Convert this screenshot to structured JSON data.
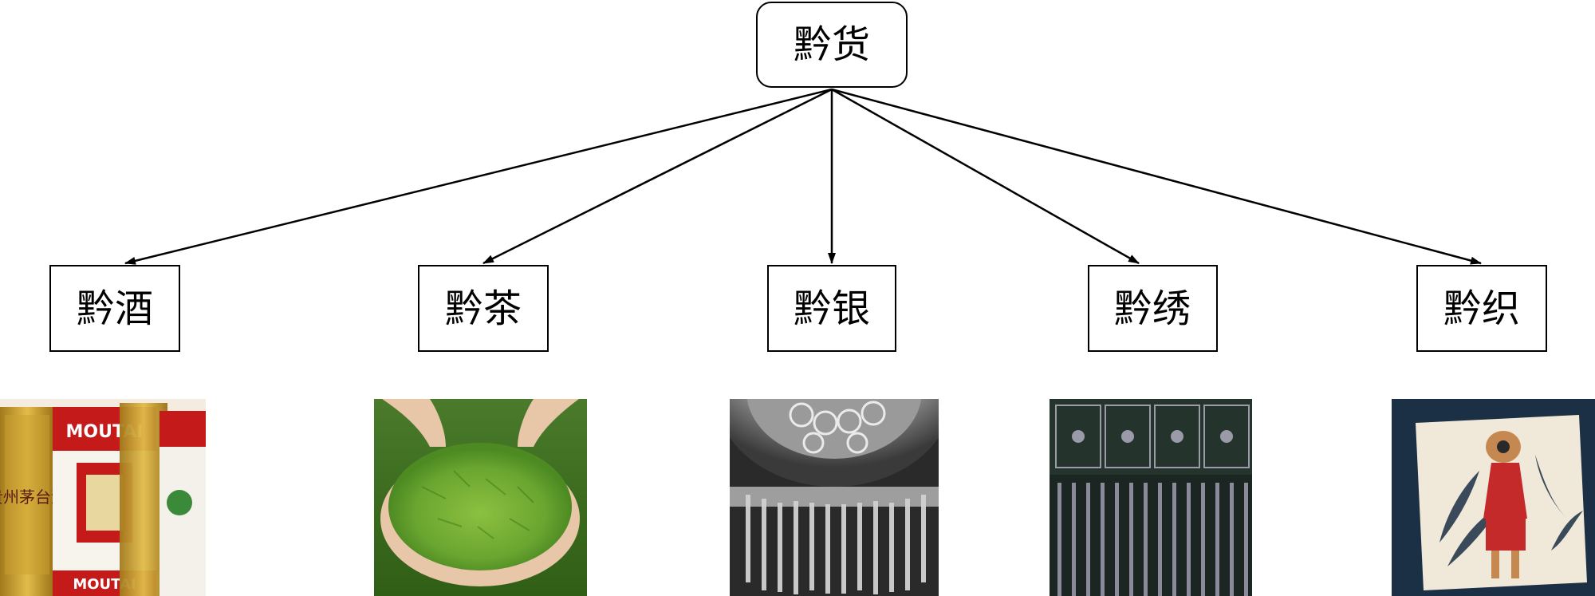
{
  "root": {
    "label": "黔货"
  },
  "children": [
    {
      "label": "黔酒",
      "photo": {
        "subject": "moutai-liquor-boxes",
        "palette": [
          "#c9a030",
          "#c41a1a",
          "#ffffff"
        ]
      }
    },
    {
      "label": "黔茶",
      "photo": {
        "subject": "green-tea-leaves-in-hands",
        "palette": [
          "#6aa630",
          "#e8c6a8",
          "#2f5e15"
        ]
      }
    },
    {
      "label": "黔银",
      "photo": {
        "subject": "silver-ornament",
        "palette": [
          "#d8d8d8",
          "#707070",
          "#2a2a2a"
        ]
      }
    },
    {
      "label": "黔绣",
      "photo": {
        "subject": "embroidered-textile",
        "palette": [
          "#1b2622",
          "#9a9aa8",
          "#3b4a43"
        ]
      }
    },
    {
      "label": "黔织",
      "photo": {
        "subject": "batik-cloth-with-figure",
        "palette": [
          "#1b2f45",
          "#f0e8d8",
          "#c42a2a"
        ]
      }
    }
  ],
  "colors": {
    "stroke": "#000000",
    "background": "#ffffff"
  }
}
